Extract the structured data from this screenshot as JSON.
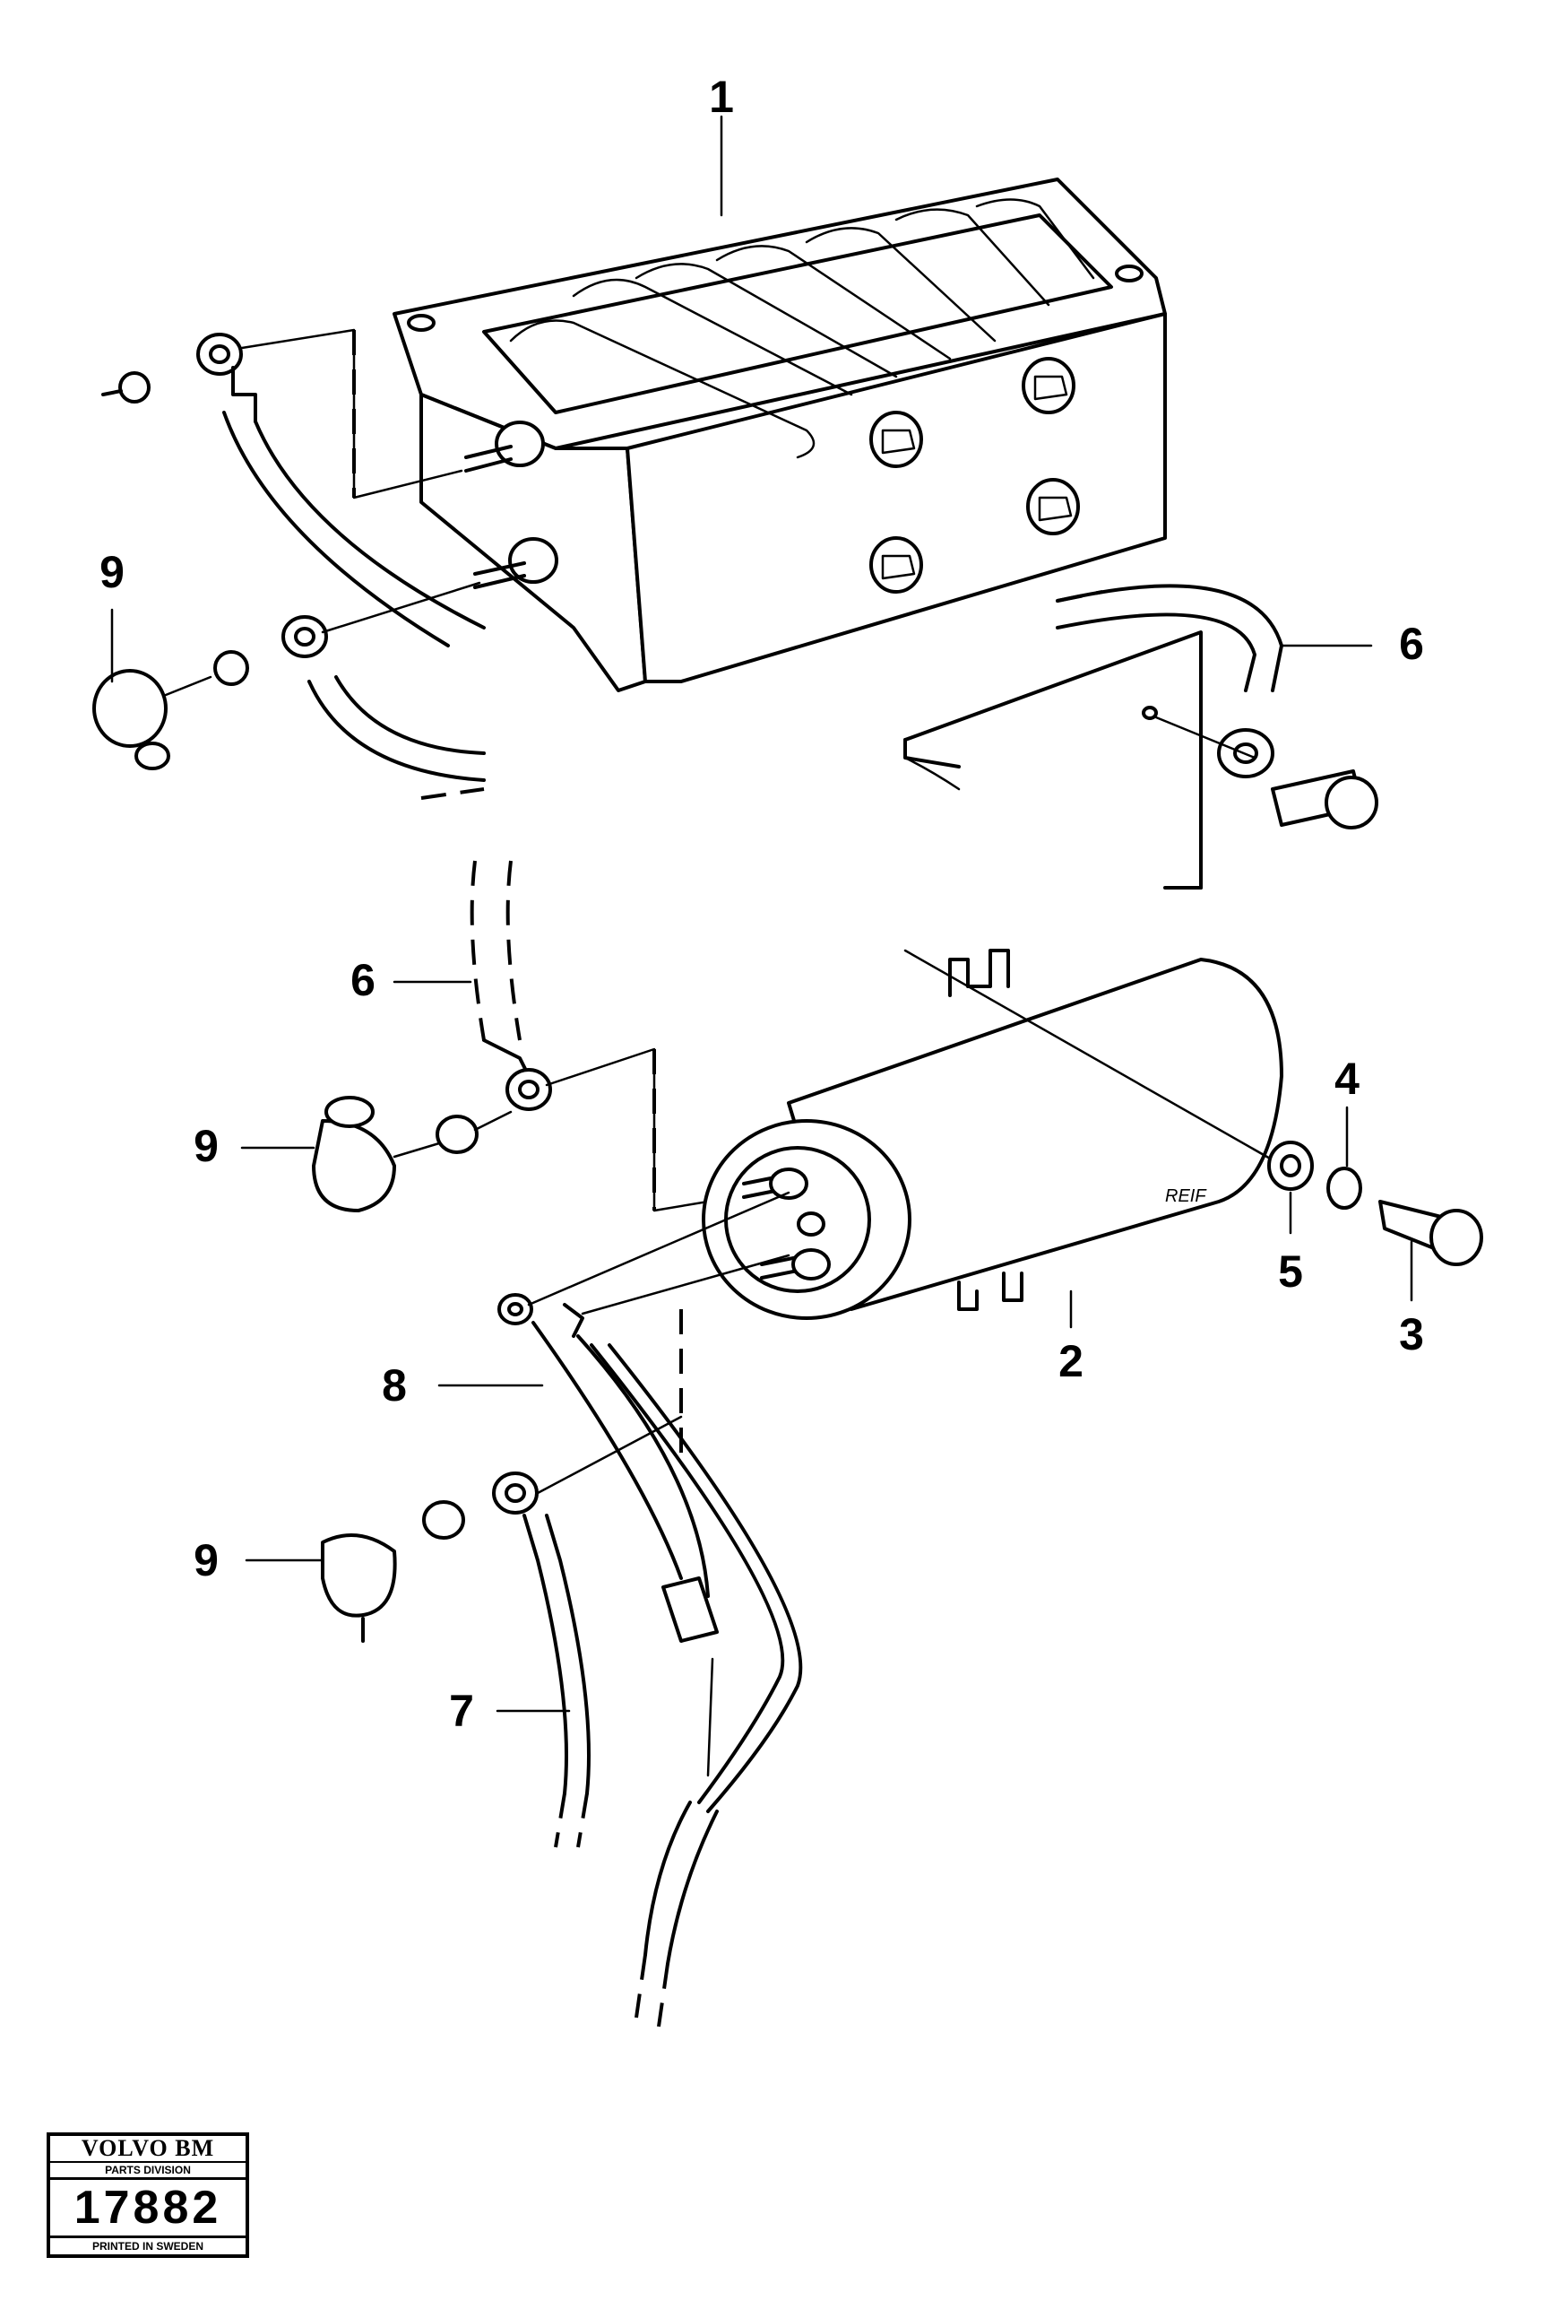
{
  "callouts": {
    "c1": "1",
    "c6_top": "6",
    "c9_top": "9",
    "c6_mid": "6",
    "c9_mid": "9",
    "c4": "4",
    "c5": "5",
    "c2": "2",
    "c3": "3",
    "c8": "8",
    "c9_bottom": "9",
    "c7": "7"
  },
  "part_marking": "REIF",
  "stamp": {
    "brand": "VOLVO BM",
    "division": "PARTS DIVISION",
    "number": "17882",
    "printed": "PRINTED IN SWEDEN"
  }
}
